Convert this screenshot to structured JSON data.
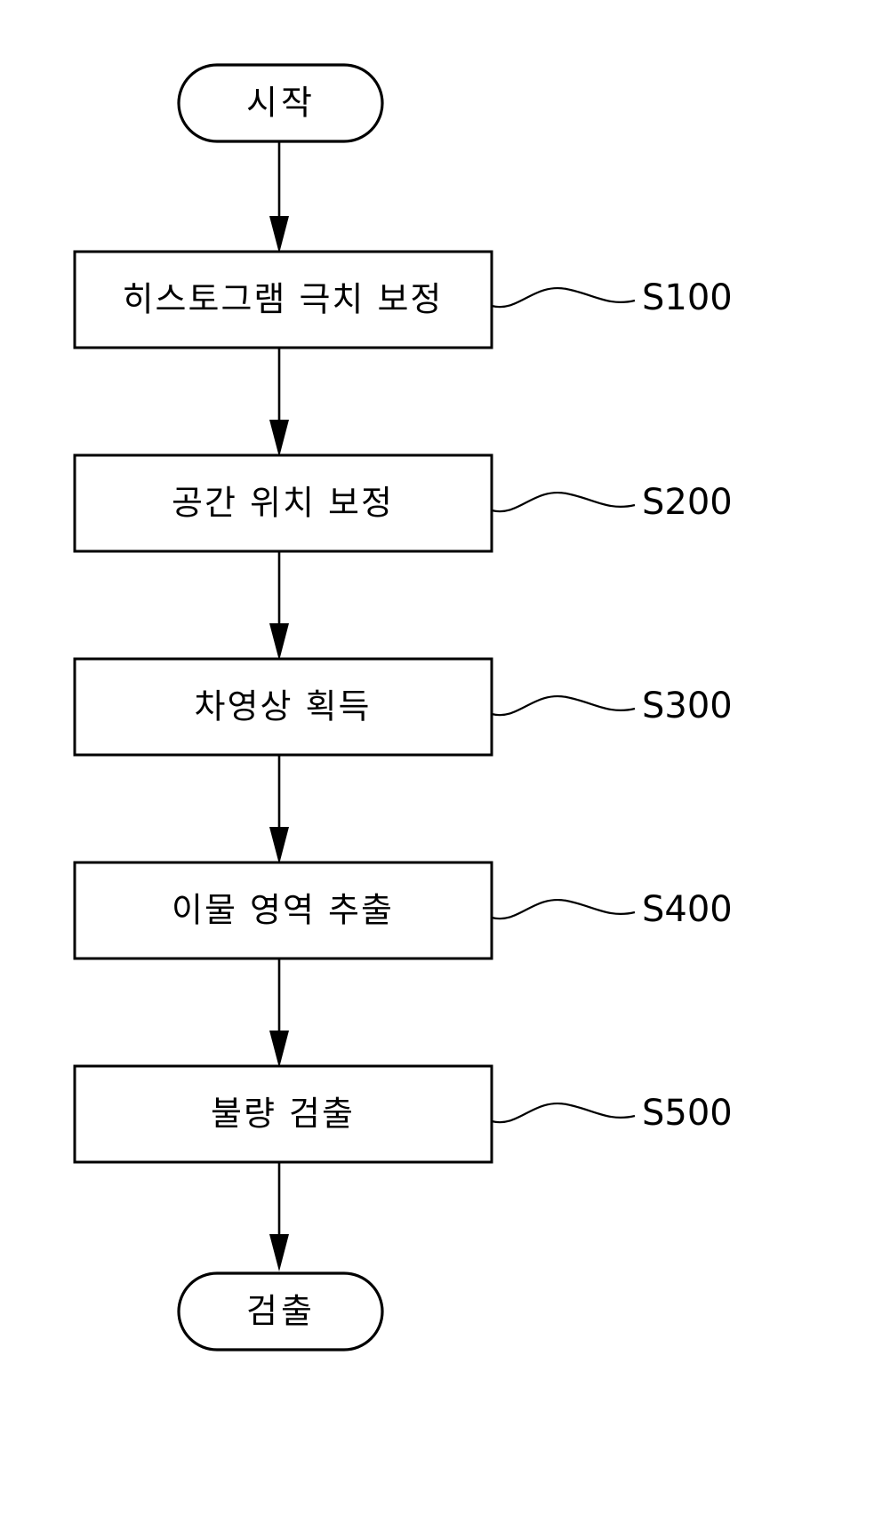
{
  "diagram": {
    "type": "flowchart",
    "orientation": "vertical",
    "background_color": "#ffffff",
    "line_color": "#000000",
    "start": {
      "label": "시작",
      "shape": "rounded-terminal"
    },
    "end": {
      "label": "검출",
      "shape": "rounded-terminal"
    },
    "steps": [
      {
        "label": "히스토그램 극치 보정",
        "ref": "S100",
        "shape": "rectangle"
      },
      {
        "label": "공간 위치 보정",
        "ref": "S200",
        "shape": "rectangle"
      },
      {
        "label": "차영상 획득",
        "ref": "S300",
        "shape": "rectangle"
      },
      {
        "label": "이물 영역 추출",
        "ref": "S400",
        "shape": "rectangle"
      },
      {
        "label": "불량 검출",
        "ref": "S500",
        "shape": "rectangle"
      }
    ]
  }
}
